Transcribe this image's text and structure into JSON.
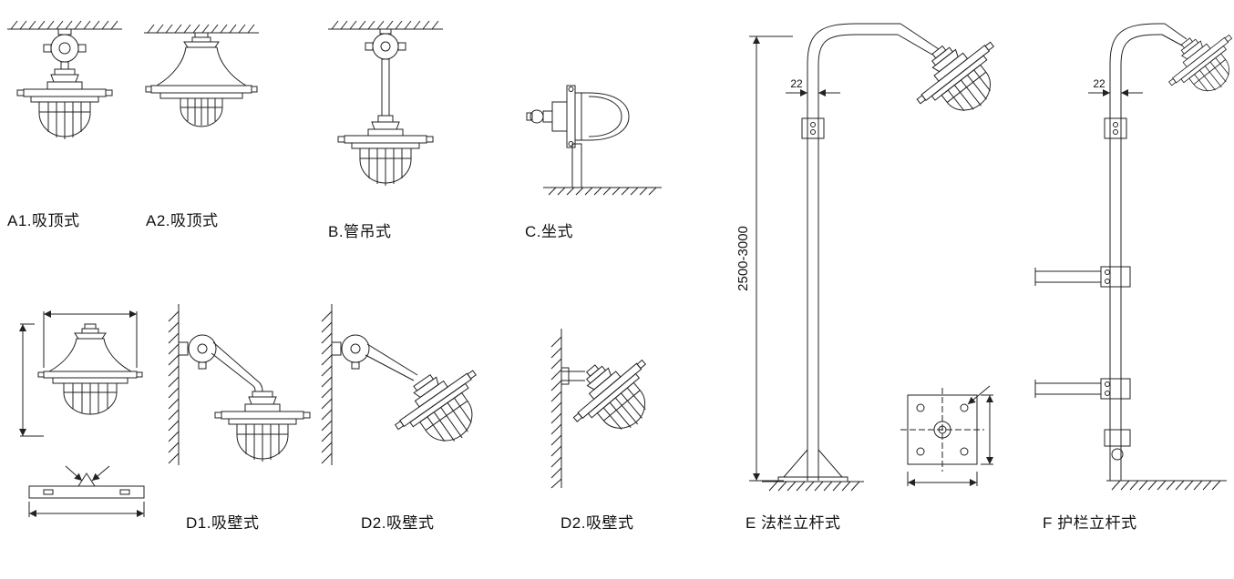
{
  "figures": [
    {
      "id": "A1",
      "label": "A1.吸顶式"
    },
    {
      "id": "A2",
      "label": "A2.吸顶式"
    },
    {
      "id": "B",
      "label": "B.管吊式"
    },
    {
      "id": "C",
      "label": "C.坐式"
    },
    {
      "id": "D1",
      "label": "D1.吸壁式"
    },
    {
      "id": "D2a",
      "label": "D2.吸壁式"
    },
    {
      "id": "D2b",
      "label": "D2.吸壁式"
    },
    {
      "id": "E",
      "label": "E 法栏立杆式"
    },
    {
      "id": "F",
      "label": "F 护栏立杆式"
    }
  ],
  "dimensions": {
    "pole_height": "2500-3000",
    "pole_width_e": "22",
    "pole_width_f": "22"
  },
  "colors": {
    "line": "#222222",
    "background": "#ffffff",
    "text": "#111111"
  }
}
